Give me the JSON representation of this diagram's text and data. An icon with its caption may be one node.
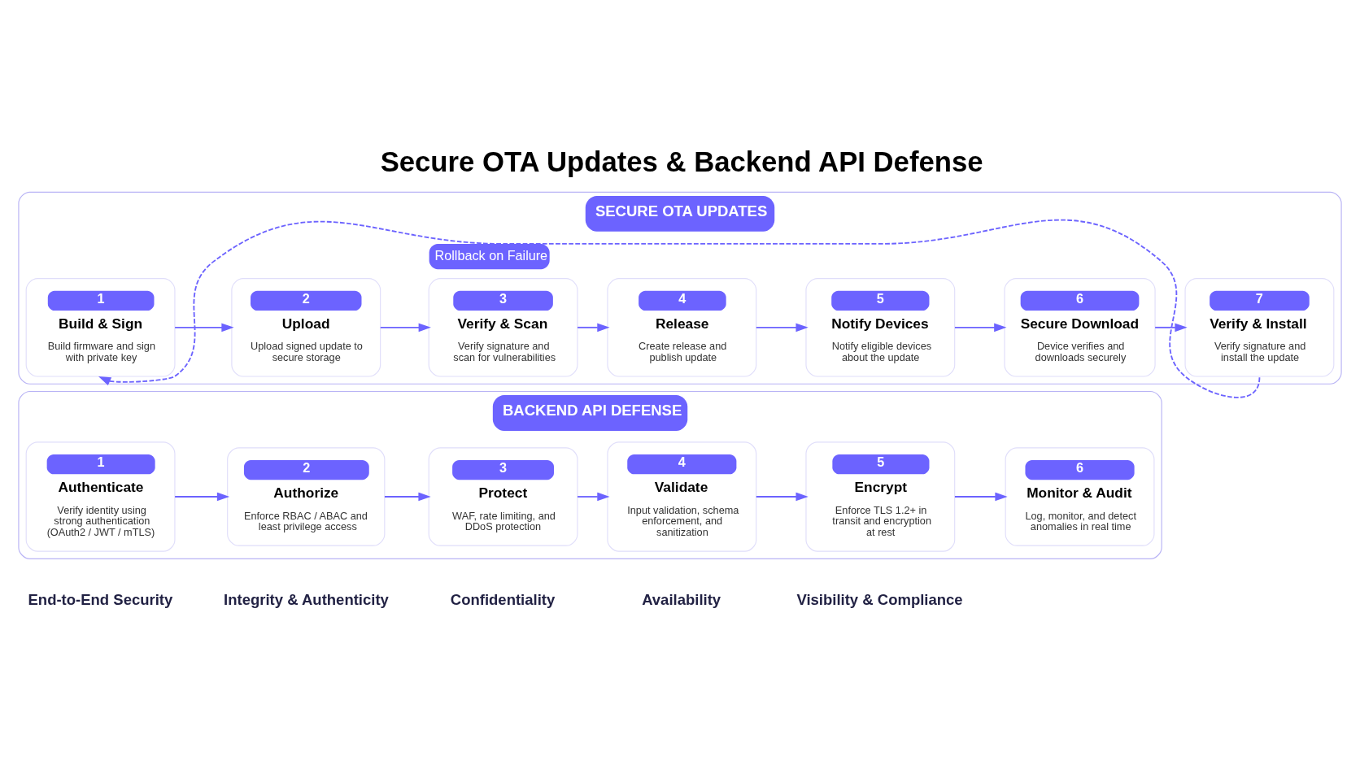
{
  "diagram": {
    "title": "Secure OTA Updates & Backend API Defense",
    "nodes": [
      {
        "text": [
          "SECURE OTA UPDATES"
        ]
      },
      {
        "text": [
          "1",
          "Build & Sign",
          "Build firmware and sign with private key"
        ],
        "in": 0
      },
      {
        "text": [
          "2",
          "Upload",
          "Upload signed update to secure storage"
        ],
        "in": 0
      },
      {
        "text": [
          "3",
          "Verify & Scan",
          "Verify signature and scan for vulnerabilities"
        ],
        "in": 0
      },
      {
        "text": [
          "4",
          "Release",
          "Create release and publish update"
        ],
        "in": 0
      },
      {
        "text": [
          "5",
          "Notify Devices",
          "Notify eligible devices about the update"
        ],
        "in": 0
      },
      {
        "text": [
          "6",
          "Secure Download",
          "Device verifies and downloads securely"
        ],
        "in": 0
      },
      {
        "text": [
          "7",
          "Verify & Install",
          "Verify signature and install the update"
        ],
        "in": 0
      },
      {
        "text": [
          "BACKEND API DEFENSE"
        ]
      },
      {
        "text": [
          "1",
          "Authenticate",
          "Verify identity using strong authentication (OAuth2 / JWT / mTLS)"
        ],
        "in": 8
      },
      {
        "text": [
          "2",
          "Authorize",
          "Enforce RBAC / ABAC and least privilege access"
        ],
        "in": 8
      },
      {
        "text": [
          "3",
          "Protect",
          "WAF, rate limiting, and DDoS protection"
        ],
        "in": 8
      },
      {
        "text": [
          "4",
          "Validate",
          "Input validation, schema enforcement, and sanitization"
        ],
        "in": 8
      },
      {
        "text": [
          "5",
          "Encrypt",
          "Enforce TLS 1.2+ in transit and encryption at rest"
        ],
        "in": 8
      },
      {
        "text": [
          "6",
          "Monitor & Audit",
          "Log, monitor, and detect anomalies in real time"
        ],
        "in": 8
      }
    ],
    "edges": [
      {
        "from": 1,
        "to": 2,
        "arrow": "to"
      },
      {
        "from": 2,
        "to": 3,
        "arrow": "to"
      },
      {
        "from": 3,
        "to": 4,
        "arrow": "to"
      },
      {
        "from": 4,
        "to": 5,
        "arrow": "to"
      },
      {
        "from": 5,
        "to": 6,
        "arrow": "to"
      },
      {
        "from": 6,
        "to": 7,
        "arrow": "to"
      },
      {
        "from": 7,
        "to": 1,
        "arrow": "to",
        "label": "Rollback on Failure",
        "style": "dashed"
      },
      {
        "from": 9,
        "to": 10,
        "arrow": "to"
      },
      {
        "from": 10,
        "to": 11,
        "arrow": "to"
      },
      {
        "from": 11,
        "to": 12,
        "arrow": "to"
      },
      {
        "from": 12,
        "to": 13,
        "arrow": "to"
      },
      {
        "from": 13,
        "to": 14,
        "arrow": "to"
      }
    ],
    "labels": [
      "End-to-End Security",
      "Integrity & Authenticity",
      "Confidentiality",
      "Availability",
      "Visibility & Compliance"
    ]
  }
}
